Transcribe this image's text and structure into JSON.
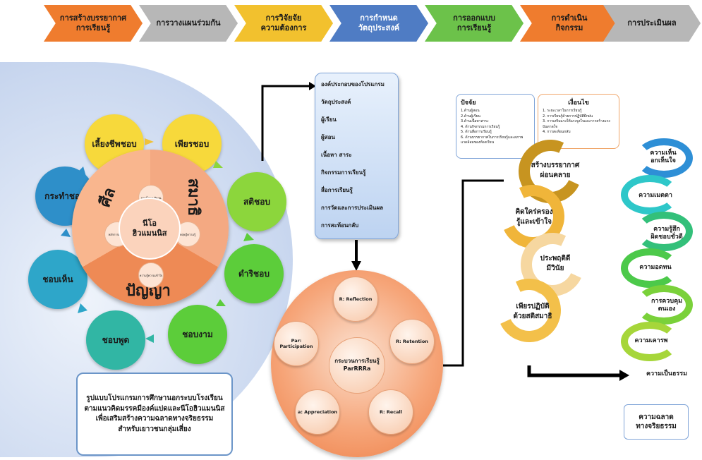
{
  "process_steps": [
    {
      "text": "การสร้างบรรยากาศ\nการเรียนรู้",
      "color": "#ef7c2e"
    },
    {
      "text": "การวางแผนร่วมกัน",
      "color": "#b7b7b7"
    },
    {
      "text": "การวิจัยจัย\nความต้องการ",
      "color": "#f2c12e"
    },
    {
      "text": "การกำหนด\nวัตถุประสงค์",
      "color": "#4f7cc4"
    },
    {
      "text": "การออกแบบ\nการเรียนรู้",
      "color": "#6cc24a"
    },
    {
      "text": "การดำเนิน\nกิจกรรม",
      "color": "#ef7c2e"
    },
    {
      "text": "การประเมินผล",
      "color": "#b7b7b7"
    }
  ],
  "model": {
    "petals": [
      {
        "label": "เลี้ยงชีพชอบ",
        "color": "#f7d93b"
      },
      {
        "label": "เพียรชอบ",
        "color": "#f7d93b"
      },
      {
        "label": "สติชอบ",
        "color": "#8cd63c"
      },
      {
        "label": "ดำริชอบ",
        "color": "#5ccd3a"
      },
      {
        "label": "ชอบงาม",
        "color": "#5ccd3a"
      },
      {
        "label": "ชอบพูด",
        "color": "#31b6a4"
      },
      {
        "label": "ชอบเห็น",
        "color": "#2ea6c9"
      },
      {
        "label": "กระทำชอบ",
        "color": "#2e8fc9"
      }
    ],
    "triad": {
      "top_left": "ศีล",
      "top_right": "สมาธิ",
      "bottom": "ปัญญา"
    },
    "center_lines": [
      "นีโอ",
      "ฮิวแมนนิส"
    ],
    "tiny_labels": [
      "การตั้งสมมติฐาน",
      "หลักการเรียนรู้",
      "ทฤษฎีความรู้",
      "ความรู้ความเข้าใจ"
    ]
  },
  "caption_lines": [
    "รูปแบบโปรแกรมการศึกษานอกระบบโรงเรียน",
    "ตามแนวคิดมรรคมีองค์แปดและนีโอฮิวแมนนิส",
    "เพื่อเสริมสร้างความฉลาดทางจริยธรรม",
    "สำหรับเยาวชนกลุ่มเสี่ยง"
  ],
  "components": [
    "องค์ประกอบของโปรแกรม",
    "วัตถุประสงค์",
    "ผู้เรียน",
    "ผู้สอน",
    "เนื้อหา สาระ",
    "กิจกรรมการเรียนรู้",
    "สื่อการเรียนรู้",
    "การวัดและการประเมินผล",
    "การสะท้อนกลับ"
  ],
  "cycle": {
    "center_lines": [
      "กระบวนการเรียนรู้",
      "ParRRRa"
    ],
    "nodes": [
      "R: Reflection",
      "R: Retention",
      "R: Recall",
      "a: Appreciation",
      "Par: Participation"
    ]
  },
  "factors": {
    "title": "ปัจจัย",
    "items": [
      "1.ด้านผู้สอน",
      "2.ด้านผู้เรียน",
      "3.ด้านเนื้อหาสาระ",
      "4. ด้านกิจกรรมการเรียนรู้",
      "5. ด้านสื่อการเรียนรู้",
      "6. ด้านบรรยากาศในการเรียนรู้และสภาพแวดล้อมของห้องเรียน"
    ]
  },
  "conditions": {
    "title": "เงื่อนไข",
    "items": [
      "1. ระยะเวลาในการเรียนรู้",
      "2. การเรียนรู้ด้วยการปฏิบัติฝึกฝน",
      "3. การเสริมแรงให้แรงจูงใจและการสร้างแรงบันดาลใจ",
      "4. การสะท้อนกลับ"
    ]
  },
  "learning_chain": [
    [
      "สร้างบรรยากาศ",
      "ผ่อนคลาย"
    ],
    [
      "คิดใคร่ครอง",
      "รู้และเข้าใจ"
    ],
    [
      "ประพฤติดี",
      "มีวินัย"
    ],
    [
      "เพียรปฏิบัติ",
      "ด้วยสติสมาธิ"
    ]
  ],
  "virtues": [
    {
      "label": "ความเห็น\nอกเห็นใจ",
      "color": "#2e8fd6"
    },
    {
      "label": "ความเมตตา",
      "color": "#2ec7c9"
    },
    {
      "label": "ความรู้สึก\nผิดชอบชั่วดี",
      "color": "#33c07a"
    },
    {
      "label": "ความอดทน",
      "color": "#4cc94a"
    },
    {
      "label": "การควบคุม\nตนเอง",
      "color": "#7ad13a"
    },
    {
      "label": "ความเคารพ",
      "color": "#a6d63a"
    },
    {
      "label": "ความเป็นธรรม",
      "color": "#2e8fd6"
    }
  ],
  "outcome_lines": [
    "ความฉลาด",
    "ทางจริยธรรม"
  ]
}
